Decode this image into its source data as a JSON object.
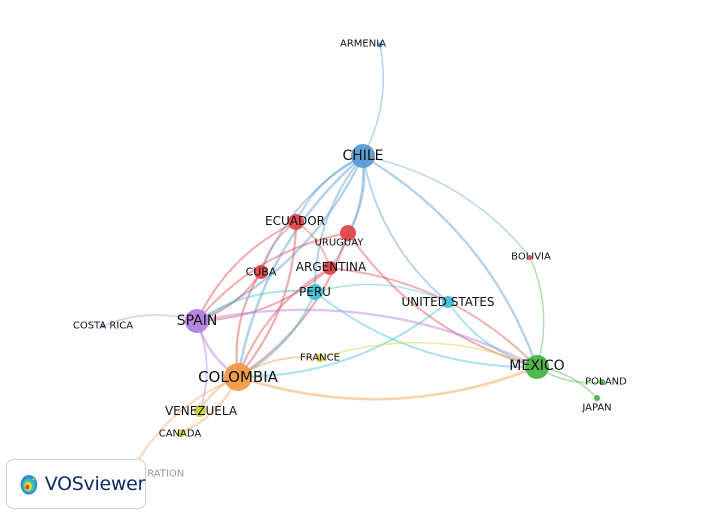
{
  "nodes": [
    {
      "id": "armenia",
      "label": "ARMENIA",
      "cluster": "blue"
    },
    {
      "id": "chile",
      "label": "CHILE",
      "cluster": "blue"
    },
    {
      "id": "ecuador",
      "label": "ECUADOR",
      "cluster": "red"
    },
    {
      "id": "uruguay",
      "label": "URUGUAY",
      "cluster": "red"
    },
    {
      "id": "cuba",
      "label": "CUBA",
      "cluster": "red"
    },
    {
      "id": "argentina",
      "label": "ARGENTINA",
      "cluster": "red"
    },
    {
      "id": "bolivia",
      "label": "BOLIVIA",
      "cluster": "red"
    },
    {
      "id": "peru",
      "label": "PERU",
      "cluster": "cyan"
    },
    {
      "id": "united_states",
      "label": "UNITED STATES",
      "cluster": "cyan"
    },
    {
      "id": "spain",
      "label": "SPAIN",
      "cluster": "purple"
    },
    {
      "id": "costa_rica",
      "label": "COSTA RICA",
      "cluster": "purple"
    },
    {
      "id": "colombia",
      "label": "COLOMBIA",
      "cluster": "orange"
    },
    {
      "id": "france",
      "label": "FRANCE",
      "cluster": "yellow"
    },
    {
      "id": "venezuela",
      "label": "VENEZUELA",
      "cluster": "yellow"
    },
    {
      "id": "canada",
      "label": "CANADA",
      "cluster": "yellow"
    },
    {
      "id": "russian_federation",
      "label": "RUSSIAN FEDERATION",
      "cluster": "orange"
    },
    {
      "id": "mexico",
      "label": "MEXICO",
      "cluster": "green"
    },
    {
      "id": "poland",
      "label": "POLAND",
      "cluster": "green"
    },
    {
      "id": "japan",
      "label": "JAPAN",
      "cluster": "green"
    }
  ],
  "links": [
    [
      "armenia",
      "chile"
    ],
    [
      "chile",
      "ecuador"
    ],
    [
      "chile",
      "uruguay"
    ],
    [
      "chile",
      "cuba"
    ],
    [
      "chile",
      "argentina"
    ],
    [
      "chile",
      "peru"
    ],
    [
      "chile",
      "spain"
    ],
    [
      "chile",
      "colombia"
    ],
    [
      "chile",
      "mexico"
    ],
    [
      "chile",
      "united_states"
    ],
    [
      "chile",
      "bolivia"
    ],
    [
      "ecuador",
      "spain"
    ],
    [
      "ecuador",
      "colombia"
    ],
    [
      "ecuador",
      "cuba"
    ],
    [
      "ecuador",
      "argentina"
    ],
    [
      "uruguay",
      "spain"
    ],
    [
      "uruguay",
      "colombia"
    ],
    [
      "uruguay",
      "mexico"
    ],
    [
      "cuba",
      "spain"
    ],
    [
      "cuba",
      "colombia"
    ],
    [
      "argentina",
      "spain"
    ],
    [
      "argentina",
      "colombia"
    ],
    [
      "argentina",
      "mexico"
    ],
    [
      "peru",
      "spain"
    ],
    [
      "peru",
      "colombia"
    ],
    [
      "peru",
      "mexico"
    ],
    [
      "peru",
      "united_states"
    ],
    [
      "united_states",
      "mexico"
    ],
    [
      "united_states",
      "colombia"
    ],
    [
      "spain",
      "colombia"
    ],
    [
      "spain",
      "mexico"
    ],
    [
      "spain",
      "costa_rica"
    ],
    [
      "spain",
      "venezuela"
    ],
    [
      "colombia",
      "mexico"
    ],
    [
      "colombia",
      "france"
    ],
    [
      "colombia",
      "venezuela"
    ],
    [
      "colombia",
      "canada"
    ],
    [
      "colombia",
      "russian_federation"
    ],
    [
      "france",
      "mexico"
    ],
    [
      "mexico",
      "poland"
    ],
    [
      "mexico",
      "japan"
    ],
    [
      "mexico",
      "bolivia"
    ],
    [
      "venezuela",
      "canada"
    ]
  ],
  "cluster_colors": {
    "blue": "#5b9bd5",
    "red": "#e0474c",
    "cyan": "#3ec1d3",
    "purple": "#b27ee0",
    "orange": "#f39a45",
    "yellow": "#d6d13a",
    "green": "#48b447"
  },
  "logo": {
    "text": "VOSviewer",
    "icon": "vosviewer-logo-icon"
  }
}
